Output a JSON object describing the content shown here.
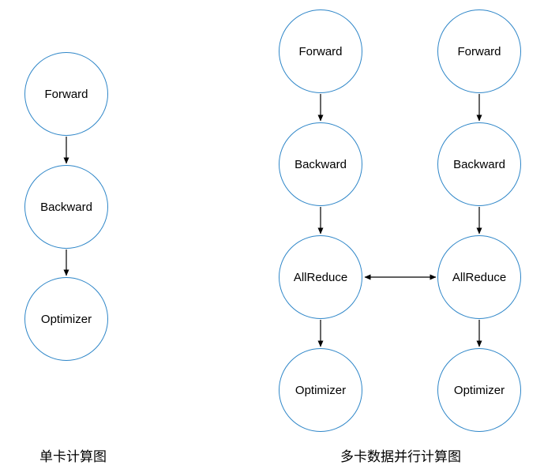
{
  "diagram": {
    "background_color": "#ffffff",
    "node_border_color": "#2E86C8",
    "node_fill_color": "#ffffff",
    "arrow_color": "#000000",
    "columns": [
      {
        "id": "single-card",
        "nodes": [
          {
            "label": "Forward"
          },
          {
            "label": "Backward"
          },
          {
            "label": "Optimizer"
          }
        ]
      },
      {
        "id": "multi-card-left",
        "nodes": [
          {
            "label": "Forward"
          },
          {
            "label": "Backward"
          },
          {
            "label": "AllReduce"
          },
          {
            "label": "Optimizer"
          }
        ]
      },
      {
        "id": "multi-card-right",
        "nodes": [
          {
            "label": "Forward"
          },
          {
            "label": "Backward"
          },
          {
            "label": "AllReduce"
          },
          {
            "label": "Optimizer"
          }
        ]
      }
    ],
    "connections": [
      {
        "from": "single-card.Forward",
        "to": "single-card.Backward",
        "type": "arrow"
      },
      {
        "from": "single-card.Backward",
        "to": "single-card.Optimizer",
        "type": "arrow"
      },
      {
        "from": "multi-card-left.Forward",
        "to": "multi-card-left.Backward",
        "type": "arrow"
      },
      {
        "from": "multi-card-left.Backward",
        "to": "multi-card-left.AllReduce",
        "type": "arrow"
      },
      {
        "from": "multi-card-left.AllReduce",
        "to": "multi-card-left.Optimizer",
        "type": "arrow"
      },
      {
        "from": "multi-card-right.Forward",
        "to": "multi-card-right.Backward",
        "type": "arrow"
      },
      {
        "from": "multi-card-right.Backward",
        "to": "multi-card-right.AllReduce",
        "type": "arrow"
      },
      {
        "from": "multi-card-right.AllReduce",
        "to": "multi-card-right.Optimizer",
        "type": "arrow"
      },
      {
        "from": "multi-card-left.AllReduce",
        "to": "multi-card-right.AllReduce",
        "type": "double-arrow"
      }
    ],
    "captions": [
      {
        "text": "单卡计算图"
      },
      {
        "text": "多卡数据并行计算图"
      }
    ]
  }
}
